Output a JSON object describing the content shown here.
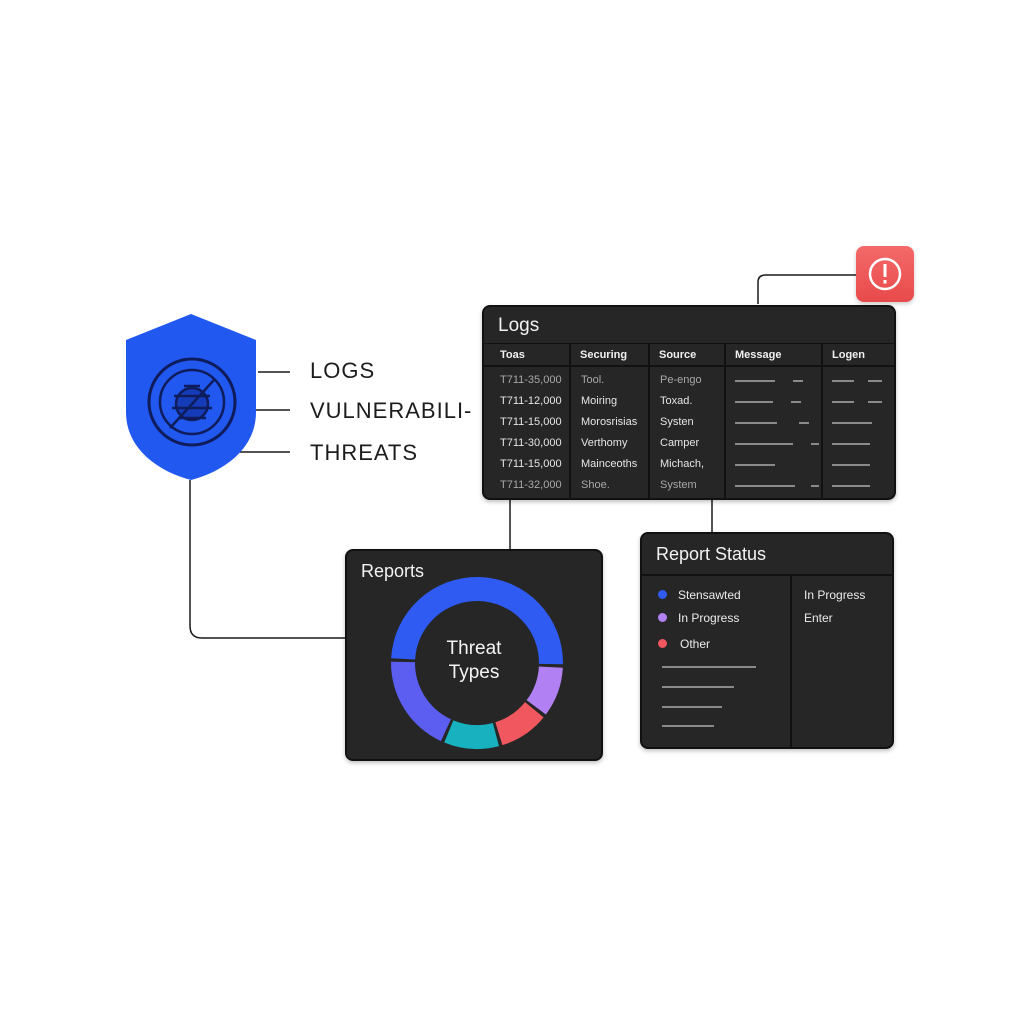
{
  "node_labels": {
    "logs": "LOGS",
    "vulnerabilities": "VULNERABILI-",
    "threats": "THREATS"
  },
  "logs_panel": {
    "title": "Logs",
    "columns": [
      "Toas",
      "Securing",
      "Source",
      "Message",
      "Logen"
    ],
    "rows": [
      {
        "id": "T711-35,000",
        "securing": "Tool.",
        "source": "Pe-engo"
      },
      {
        "id": "T711-12,000",
        "securing": "Moiring",
        "source": "Toxad."
      },
      {
        "id": "T711-15,000",
        "securing": "Morosrisias",
        "source": "Systen"
      },
      {
        "id": "T711-30,000",
        "securing": "Verthomy",
        "source": "Camper"
      },
      {
        "id": "T711-15,000",
        "securing": "Mainceoths",
        "source": "Michach,"
      },
      {
        "id": "T711-32,000",
        "securing": "Shoe.",
        "source": "System"
      }
    ]
  },
  "reports_panel": {
    "title": "Reports",
    "center_line1": "Threat",
    "center_line2": "Types"
  },
  "chart_data": {
    "type": "pie",
    "categories": [
      "",
      "",
      "",
      "",
      ""
    ],
    "values": [
      50,
      10,
      10,
      11,
      19
    ],
    "colors": [
      "#2f5bf2",
      "#b180f2",
      "#f0575f",
      "#17b1c0",
      "#5b5ef0"
    ]
  },
  "status_panel": {
    "title": "Report Status",
    "legend": [
      {
        "label": "Stensawted",
        "color": "#2f5bf2"
      },
      {
        "label": "In Progress",
        "color": "#b180f2"
      },
      {
        "label": "Other",
        "color": "#f0575f"
      }
    ],
    "side_values": [
      "In Progress",
      "Enter"
    ]
  },
  "colors": {
    "shield": "#2058f0",
    "alert": "#ee5555",
    "panel": "#262626"
  },
  "icons": {
    "shield": "shield-icon",
    "bug": "bug-icon",
    "alert": "alert-icon"
  }
}
